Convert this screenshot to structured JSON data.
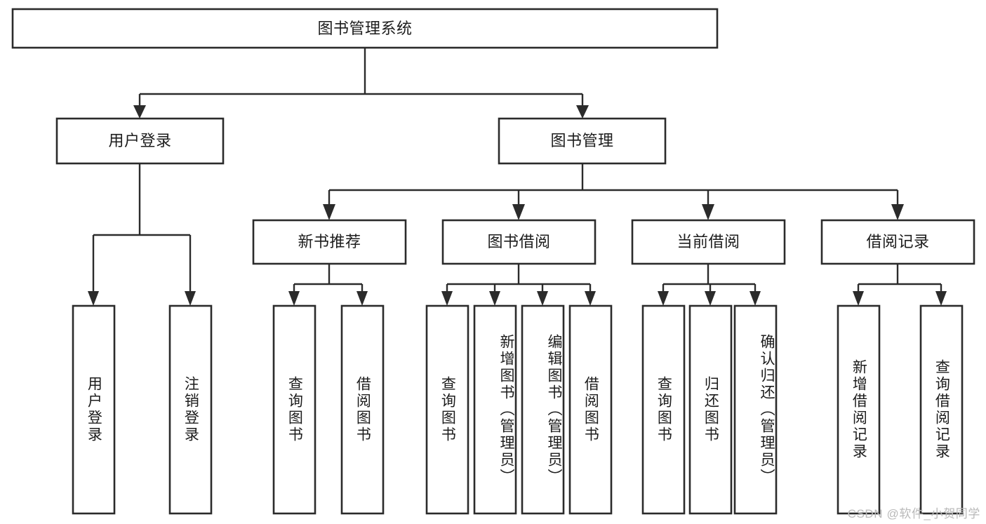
{
  "diagram": {
    "title": "图书管理系统",
    "type": "tree-hierarchy",
    "colors": {
      "stroke": "#2b2b2b",
      "fill": "#ffffff",
      "text": "#1c1c1c",
      "watermark": "#b9b9b9"
    },
    "root": {
      "label": "图书管理系统",
      "orientation": "horizontal"
    },
    "level2": [
      {
        "label": "用户登录",
        "orientation": "horizontal"
      },
      {
        "label": "图书管理",
        "orientation": "horizontal"
      }
    ],
    "level3": [
      {
        "label": "新书推荐",
        "orientation": "horizontal"
      },
      {
        "label": "图书借阅",
        "orientation": "horizontal"
      },
      {
        "label": "当前借阅",
        "orientation": "horizontal"
      },
      {
        "label": "借阅记录",
        "orientation": "horizontal"
      }
    ],
    "leaves": {
      "user_login": [
        {
          "label": "用户登录",
          "orientation": "vertical"
        },
        {
          "label": "注销登录",
          "orientation": "vertical"
        }
      ],
      "new_book_recommend": [
        {
          "label": "查询图书",
          "orientation": "vertical"
        },
        {
          "label": "借阅图书",
          "orientation": "vertical"
        }
      ],
      "book_borrow": [
        {
          "label": "查询图书",
          "orientation": "vertical"
        },
        {
          "label": "新增图书（管理员）",
          "orientation": "vertical"
        },
        {
          "label": "编辑图书（管理员）",
          "orientation": "vertical"
        },
        {
          "label": "借阅图书",
          "orientation": "vertical"
        }
      ],
      "current_borrow": [
        {
          "label": "查询图书",
          "orientation": "vertical"
        },
        {
          "label": "归还图书",
          "orientation": "vertical"
        },
        {
          "label": "确认归还（管理员）",
          "orientation": "vertical"
        }
      ],
      "borrow_record": [
        {
          "label": "新增借阅记录",
          "orientation": "vertical"
        },
        {
          "label": "查询借阅记录",
          "orientation": "vertical"
        }
      ]
    }
  },
  "watermark": {
    "text": "CSDN @软件_小贺同学"
  }
}
